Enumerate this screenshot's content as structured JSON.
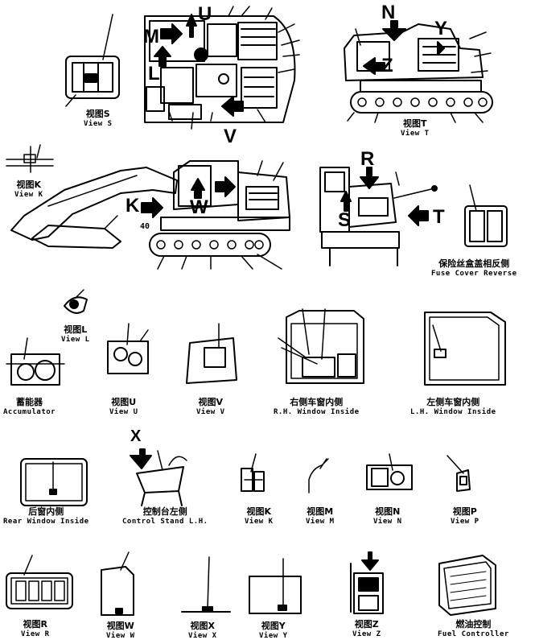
{
  "big_letters": [
    "M",
    "U",
    "L",
    "V",
    "N",
    "Y",
    "Z",
    "K",
    "W",
    "R",
    "S",
    "T",
    "X"
  ],
  "small_marks": [
    "40"
  ],
  "labels": [
    {
      "cn": "视图S",
      "en": "View S"
    },
    {
      "cn": "视图T",
      "en": "View T"
    },
    {
      "cn": "视图K",
      "en": "View K"
    },
    {
      "cn": "保险丝盒盖相反侧",
      "en": "Fuse Cover Reverse"
    },
    {
      "cn": "视图L",
      "en": "View L"
    },
    {
      "cn": "蓄能器",
      "en": "Accumulator"
    },
    {
      "cn": "视图U",
      "en": "View U"
    },
    {
      "cn": "视图V",
      "en": "View V"
    },
    {
      "cn": "右侧车窗内侧",
      "en": "R.H. Window Inside"
    },
    {
      "cn": "左侧车窗内侧",
      "en": "L.H. Window Inside"
    },
    {
      "cn": "后窗内侧",
      "en": "Rear Window Inside"
    },
    {
      "cn": "控制台左侧",
      "en": "Control Stand L.H."
    },
    {
      "cn": "视图K",
      "en": "View K"
    },
    {
      "cn": "视图M",
      "en": "View M"
    },
    {
      "cn": "视图N",
      "en": "View N"
    },
    {
      "cn": "视图P",
      "en": "View P"
    },
    {
      "cn": "视图R",
      "en": "View R"
    },
    {
      "cn": "视图W",
      "en": "View W"
    },
    {
      "cn": "视图X",
      "en": "View X"
    },
    {
      "cn": "视图Y",
      "en": "View Y"
    },
    {
      "cn": "视图Z",
      "en": "View Z"
    },
    {
      "cn": "燃油控制",
      "en": "Fuel Controller"
    }
  ]
}
